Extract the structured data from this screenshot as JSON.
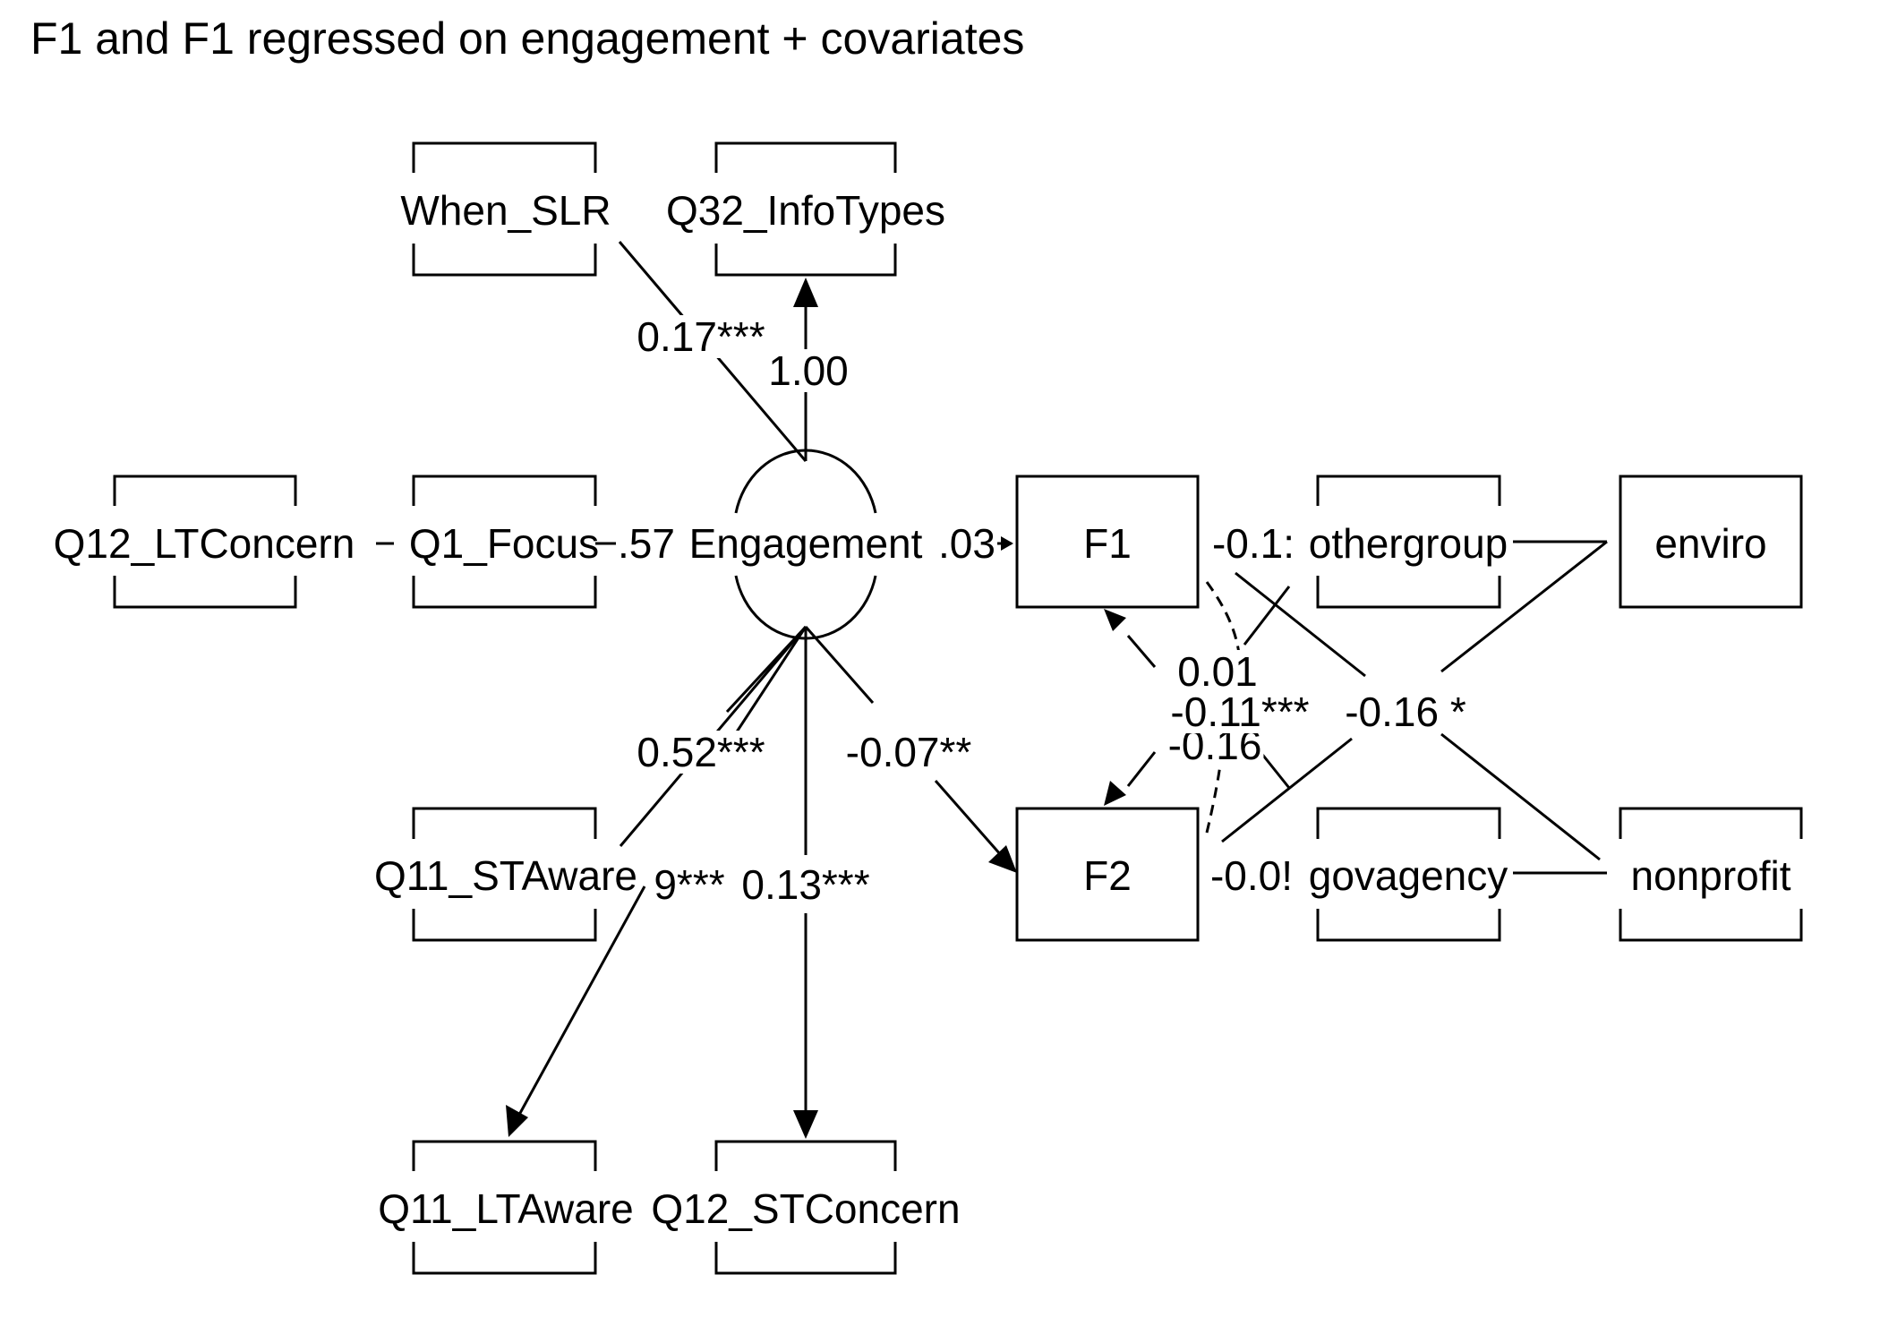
{
  "title": "F1 and F1 regressed on engagement + covariates",
  "colors": {
    "stroke": "#000000",
    "background": "#ffffff"
  },
  "nodes": {
    "when_slr": "When_SLR",
    "q32": "Q32_InfoTypes",
    "q12_lt": "Q12_LTConcern",
    "q1": "Q1_Focus",
    "engagement": "Engagement",
    "f1": "F1",
    "othergroup": "othergroup",
    "enviro": "enviro",
    "q11_st": "Q11_STAware",
    "f2": "F2",
    "govagency": "govagency",
    "nonprofit": "nonprofit",
    "q11_lt": "Q11_LTAware",
    "q12_st": "Q12_STConcern"
  },
  "edge_labels": {
    "when_slr": "0.17***",
    "q32": "1.00",
    "q1": ".57",
    "f1": ".03",
    "q11_st": "0.52***",
    "f2": "-0.07**",
    "q11_lt": "9***",
    "q12_st": "0.13***",
    "f1_other": "-0.1:",
    "f1_gov": "0.01",
    "f1_f2": "-0.11***",
    "f2_other": "-0.16",
    "f1_nonprofit": "-0.16 *",
    "f2_gov": "-0.0!"
  }
}
